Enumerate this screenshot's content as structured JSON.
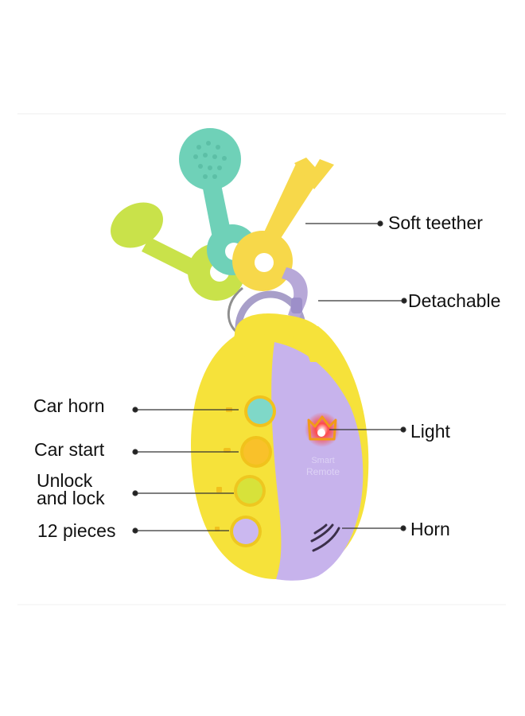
{
  "product": {
    "name": "Smart Remote",
    "label_line1": "Smart",
    "label_line2": "Remote"
  },
  "callouts": {
    "soft_teether": "Soft teether",
    "detachable": "Detachable",
    "light": "Light",
    "horn": "Horn",
    "car_horn": "Car horn",
    "car_start": "Car start",
    "unlock_line1": "Unlock",
    "unlock_line2": "and lock",
    "pieces": "12 pieces"
  },
  "colors": {
    "background": "#ffffff",
    "body_yellow": "#f6e23a",
    "body_purple": "#c7b3ec",
    "key_green": "#c9e24a",
    "key_teal": "#6fd1b8",
    "key_yellow": "#f7d84a",
    "ring": "#a89fc9",
    "clip": "#b7a8d8",
    "button_teal": "#7fd8c8",
    "button_orange": "#f9c12a",
    "button_lime": "#d7e23a",
    "button_lavender": "#cbb8f0",
    "light_red": "#ff3b3b",
    "line": "#333333"
  }
}
